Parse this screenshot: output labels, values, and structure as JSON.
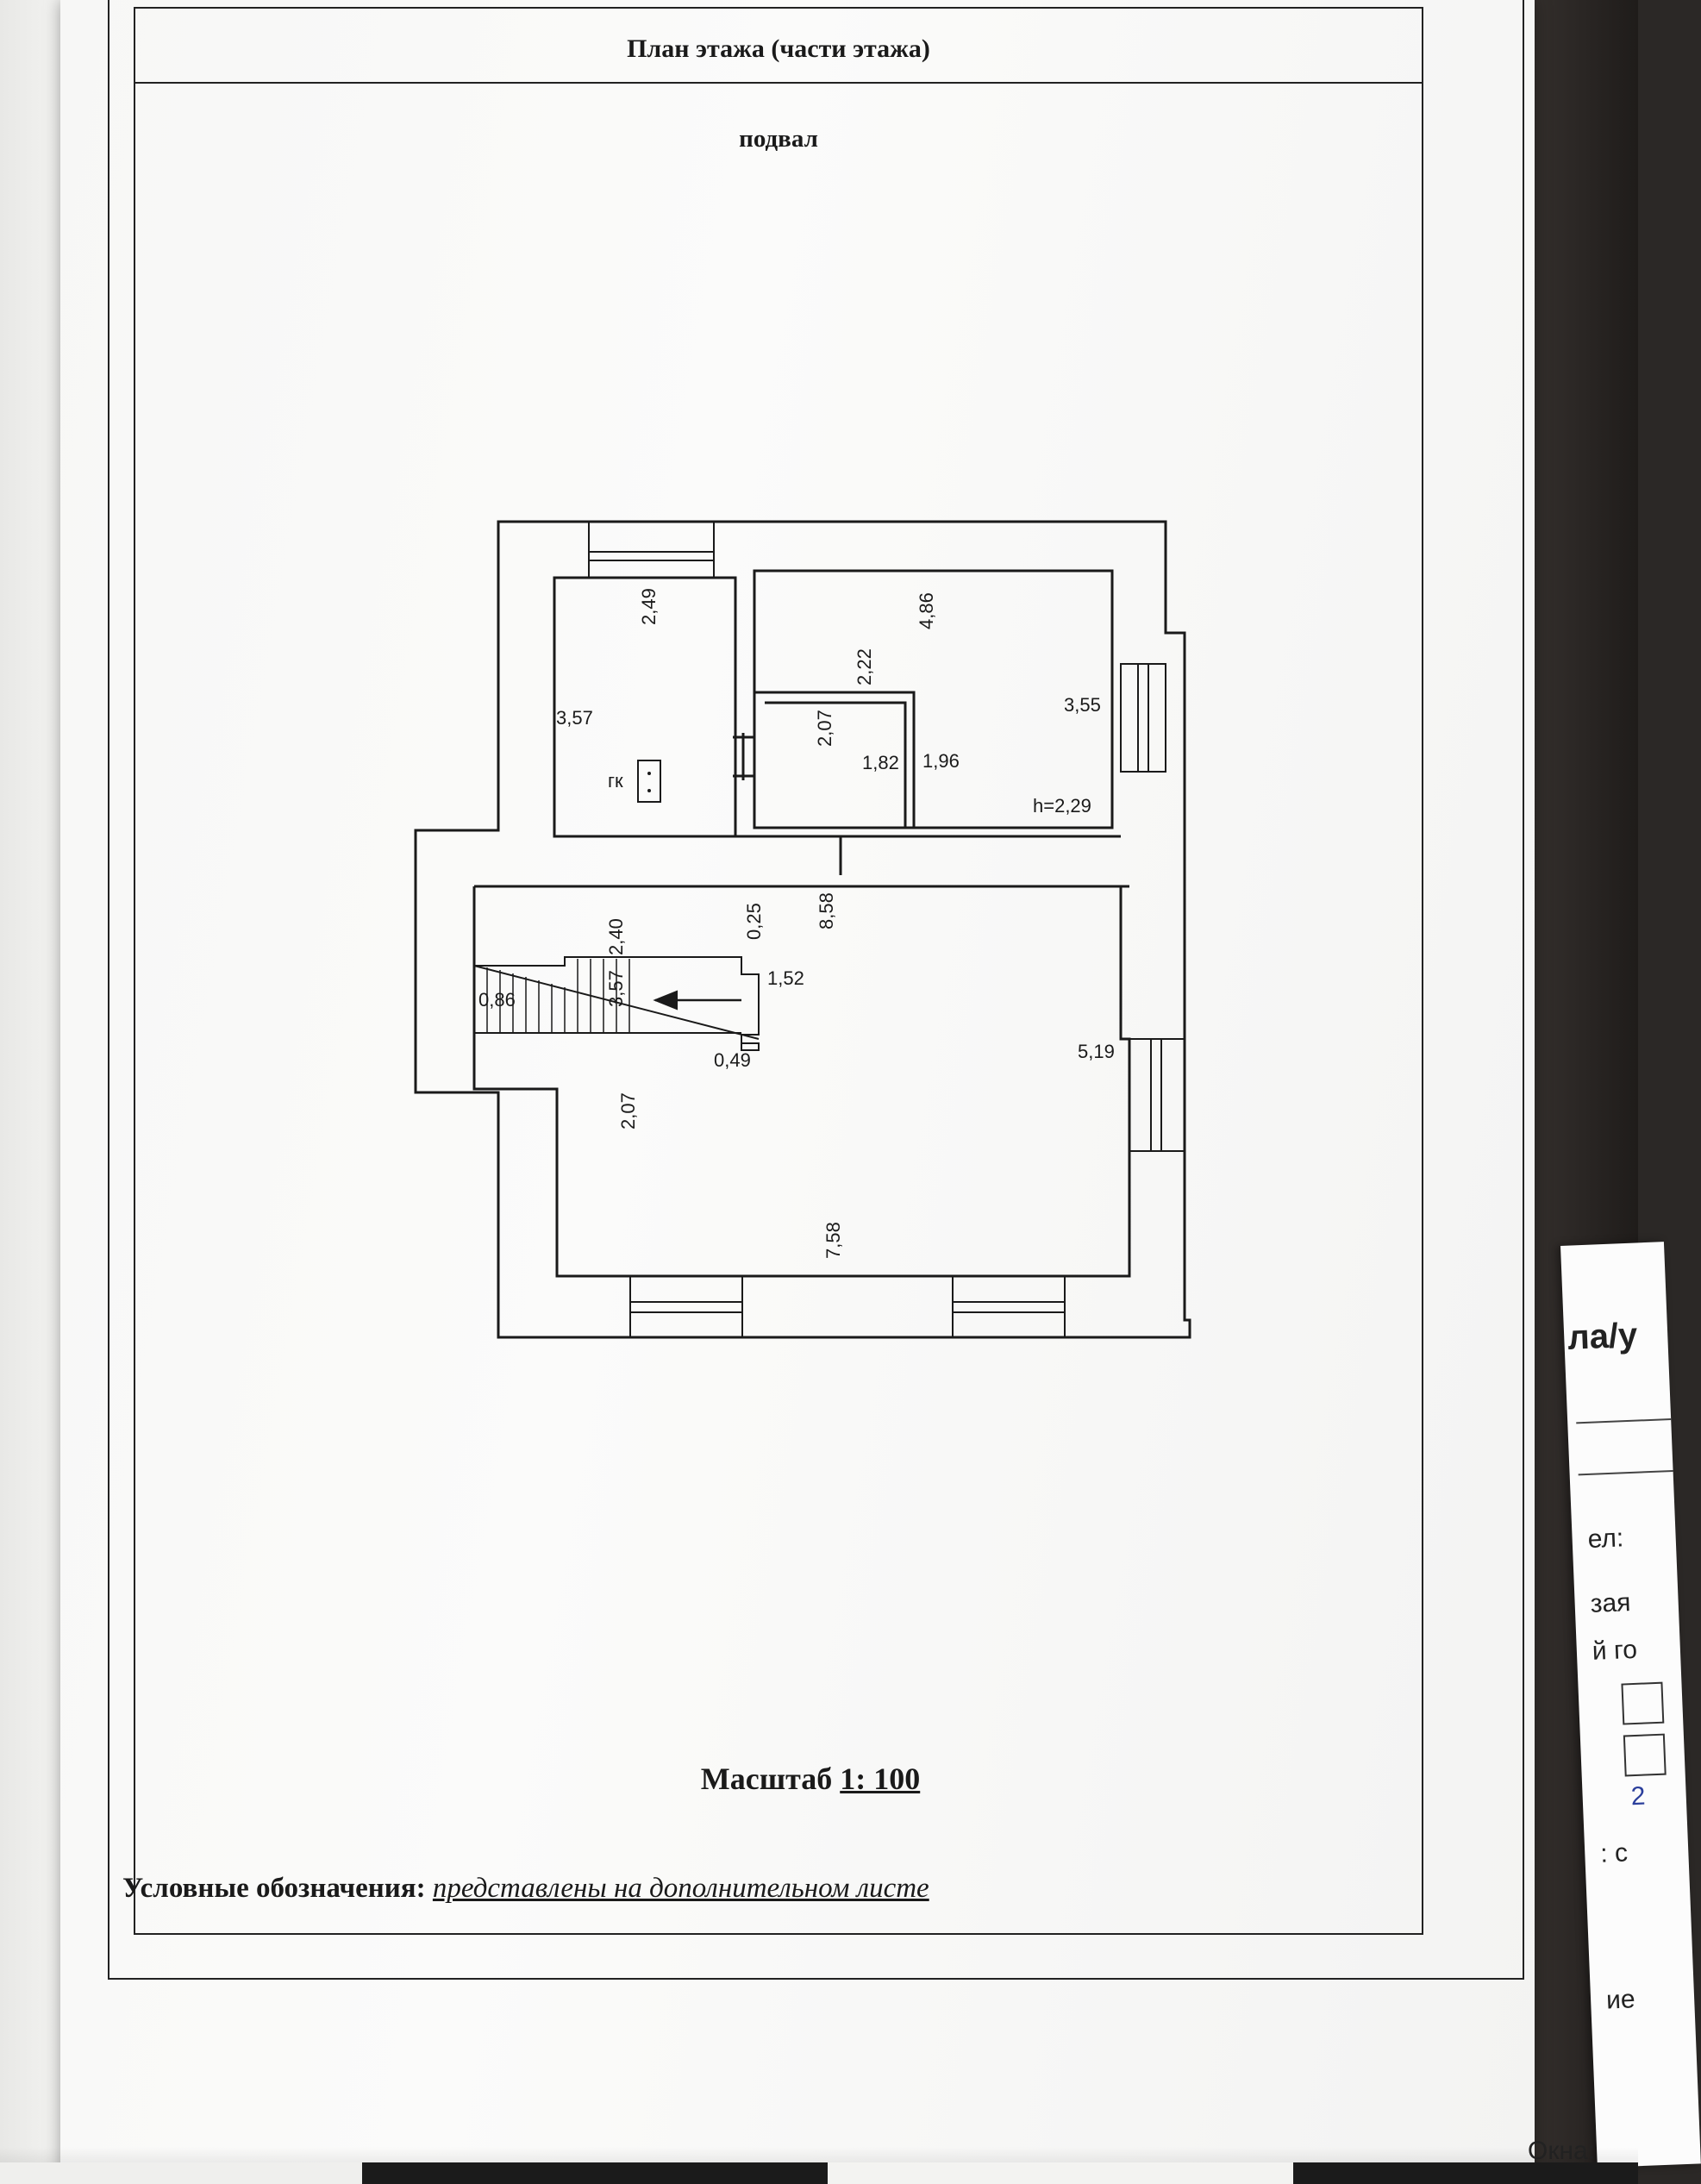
{
  "sheet": {
    "title": "План этажа (части этажа)",
    "floor": "подвал",
    "scale_label": "Масштаб",
    "scale_value": "1: 100",
    "legend_label": "Условные обозначения:",
    "legend_value": "представлены на дополнительном листе"
  },
  "plan": {
    "gk_label": "гк",
    "dimensions": {
      "d_2_49": "2,49",
      "d_4_86": "4,86",
      "d_2_22": "2,22",
      "d_3_57_top": "3,57",
      "d_2_07_top": "2,07",
      "d_1_82": "1,82",
      "d_1_96": "1,96",
      "d_3_55": "3,55",
      "d_h": "h=2,29",
      "d_0_25": "0,25",
      "d_8_58": "8,58",
      "d_2_40": "2,40",
      "d_1_52": "1,52",
      "d_0_86": "0,86",
      "d_3_57_stair": "3,57",
      "d_0_49": "0,49",
      "d_5_19": "5,19",
      "d_2_07_bottom": "2,07",
      "d_7_58": "7,58"
    }
  },
  "side_sheet": {
    "frag_1": "ла/у",
    "frag_2": "ел:",
    "frag_3": "зая",
    "frag_4": "й го",
    "frag_5": "2",
    "frag_6": ": с",
    "frag_7": "ие",
    "frag_8": "Окна:"
  }
}
